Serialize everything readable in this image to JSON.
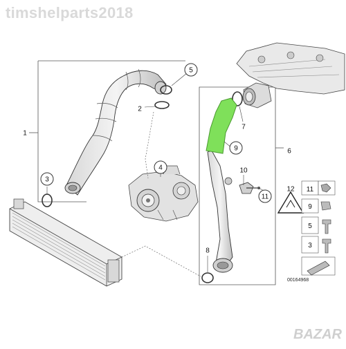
{
  "watermark": "timshelparts2018",
  "diagram_code": "00164968",
  "bazar_logo": "BAZAR",
  "colors": {
    "highlight": "#7fe05a",
    "line": "#333333",
    "label_bg": "#ffffff"
  },
  "callouts": [
    {
      "id": "1",
      "label": "1"
    },
    {
      "id": "2",
      "label": "2"
    },
    {
      "id": "3",
      "label": "3"
    },
    {
      "id": "4",
      "label": "4"
    },
    {
      "id": "5",
      "label": "5"
    },
    {
      "id": "6",
      "label": "6"
    },
    {
      "id": "7",
      "label": "7"
    },
    {
      "id": "8",
      "label": "8"
    },
    {
      "id": "9",
      "label": "9"
    },
    {
      "id": "10",
      "label": "10"
    },
    {
      "id": "11",
      "label": "11"
    },
    {
      "id": "12",
      "label": "12"
    }
  ],
  "legend": [
    {
      "label": "11"
    },
    {
      "label": "9"
    },
    {
      "label": "5"
    },
    {
      "label": "3"
    }
  ]
}
